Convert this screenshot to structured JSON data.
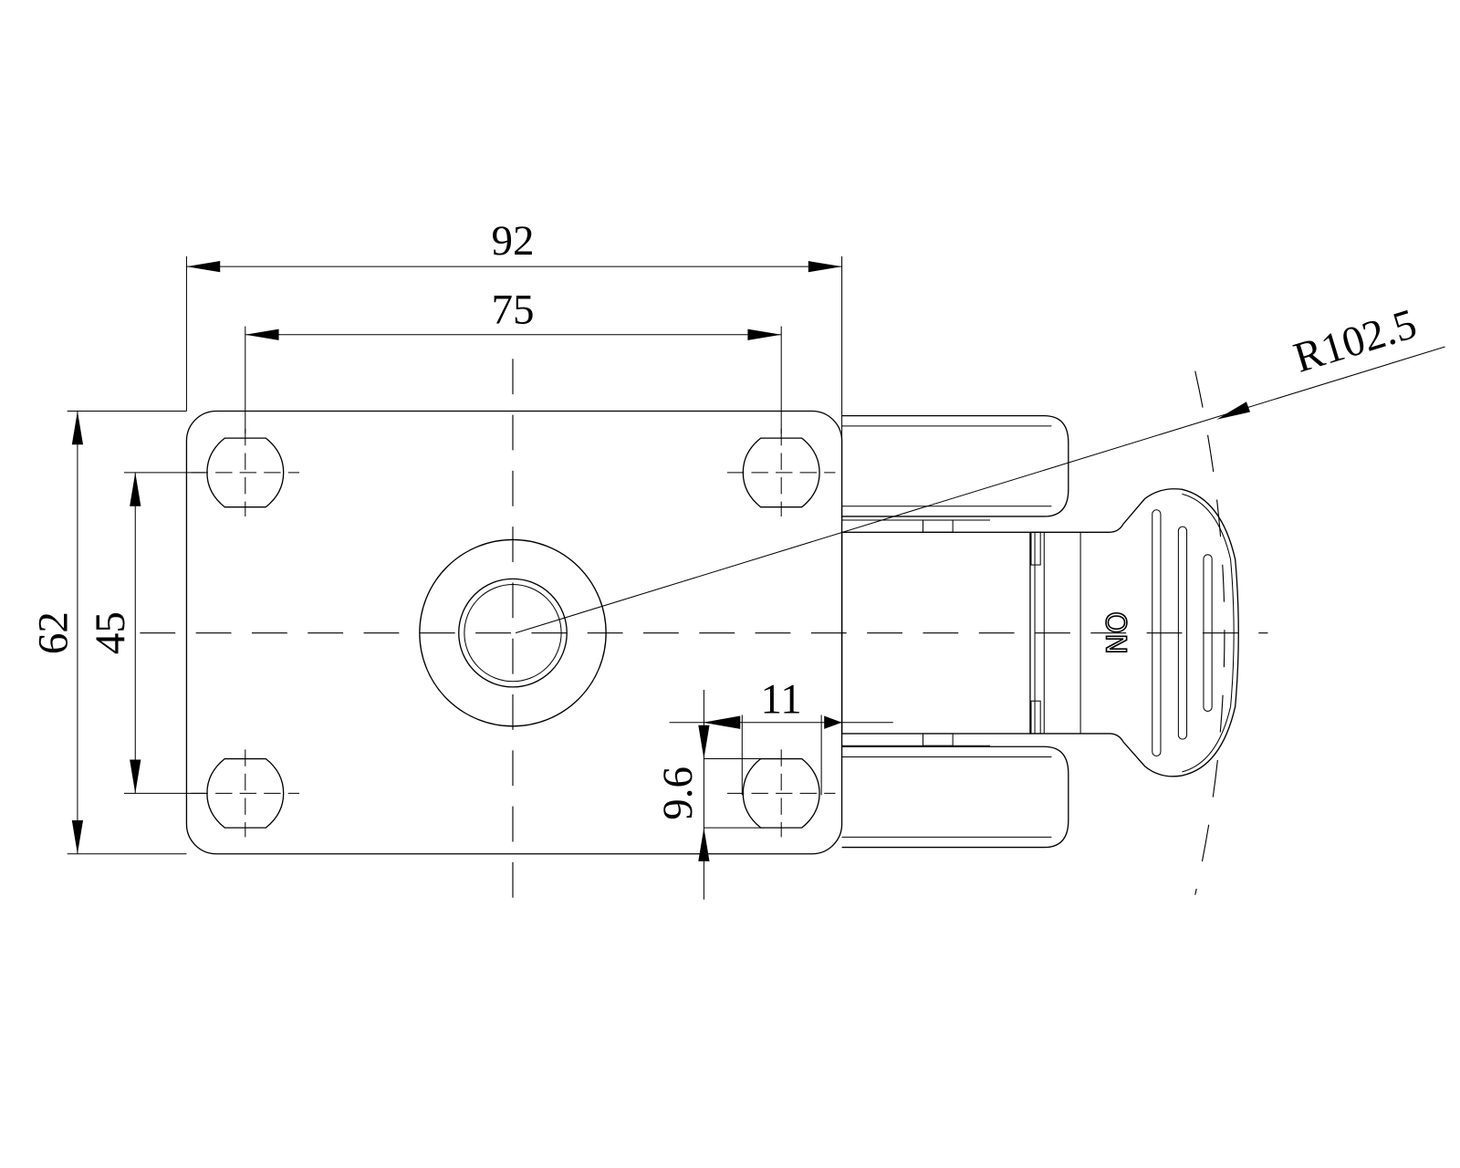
{
  "drawing": {
    "title": "Caster top view with mounting plate dimensions",
    "dimensions": {
      "plate_width": "92",
      "hole_spacing_x": "75",
      "plate_length": "62",
      "hole_spacing_y": "45",
      "slot_length": "11",
      "slot_width": "9.6",
      "swivel_radius": "R102.5"
    },
    "brake_label": "ON",
    "colors": {
      "line": "#000000",
      "background": "#ffffff"
    }
  }
}
